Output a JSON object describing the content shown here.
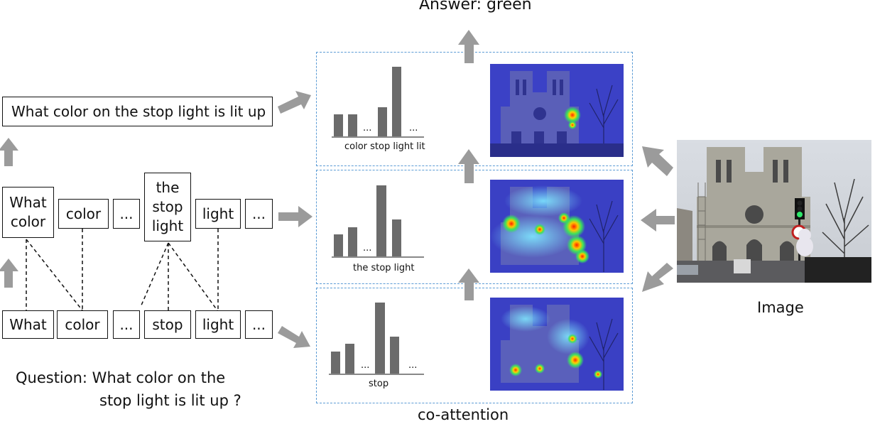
{
  "answer_label": "Answer: green",
  "question_label": {
    "line1": "Question: What color on the",
    "line2": "stop light is lit up  ?"
  },
  "co_attention_label": "co-attention",
  "image_label": "Image",
  "question_level": "What color on the stop light is lit up",
  "phrase_level": [
    "What\ncolor",
    "color",
    "...",
    "the\nstop\nlight",
    "light",
    "..."
  ],
  "word_level": [
    "What",
    "color",
    "...",
    "stop",
    "light",
    "..."
  ],
  "panels": [
    {
      "caption": "color stop light lit",
      "ellipsis": "...",
      "bars": [
        0.3,
        0.3,
        0.4,
        1.0
      ]
    },
    {
      "caption": "the stop light",
      "ellipsis": "...",
      "bars": [
        0.3,
        0.4,
        1.0,
        0.52
      ]
    },
    {
      "caption": "stop",
      "ellipsis": "...",
      "bars": [
        0.3,
        0.42,
        1.0,
        0.52
      ]
    }
  ],
  "colors": {
    "arrow": "#9b9b9b",
    "dashed_border": "#5b9bd5",
    "bar": "#6b6b6b",
    "heat_base": "#3a3fc8"
  }
}
